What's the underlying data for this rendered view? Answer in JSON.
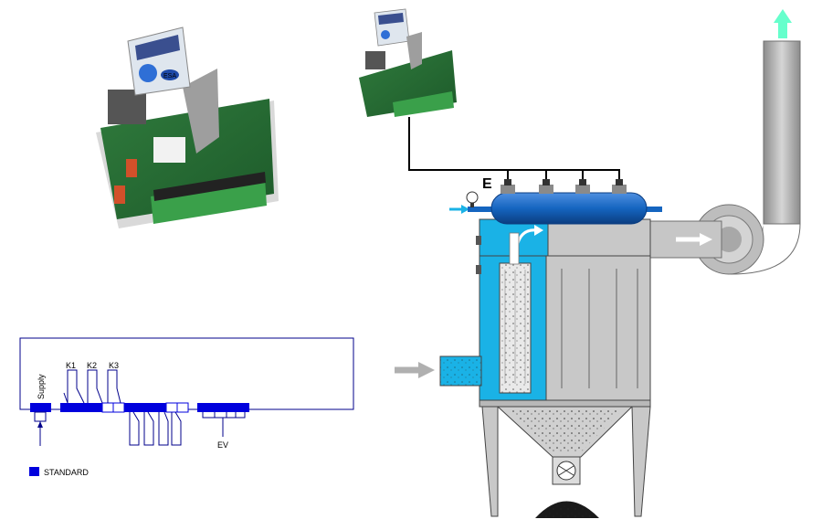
{
  "controller_board": {
    "keypad_brand": "ESA"
  },
  "wiring": {
    "supply_label": "Supply",
    "relays": [
      "K1",
      "K2",
      "K3"
    ],
    "valves_label": "EV",
    "legend_label": "STANDARD",
    "terminal_color": "#0000dd"
  },
  "filter_unit": {
    "manifold_label": "E",
    "valve_count": 4,
    "manifold_color": "#1565c0",
    "clean_chamber_color": "#1ab2e6",
    "body_color": "#c8c8c8",
    "exhaust_arrow_color": "#66ffcc"
  }
}
